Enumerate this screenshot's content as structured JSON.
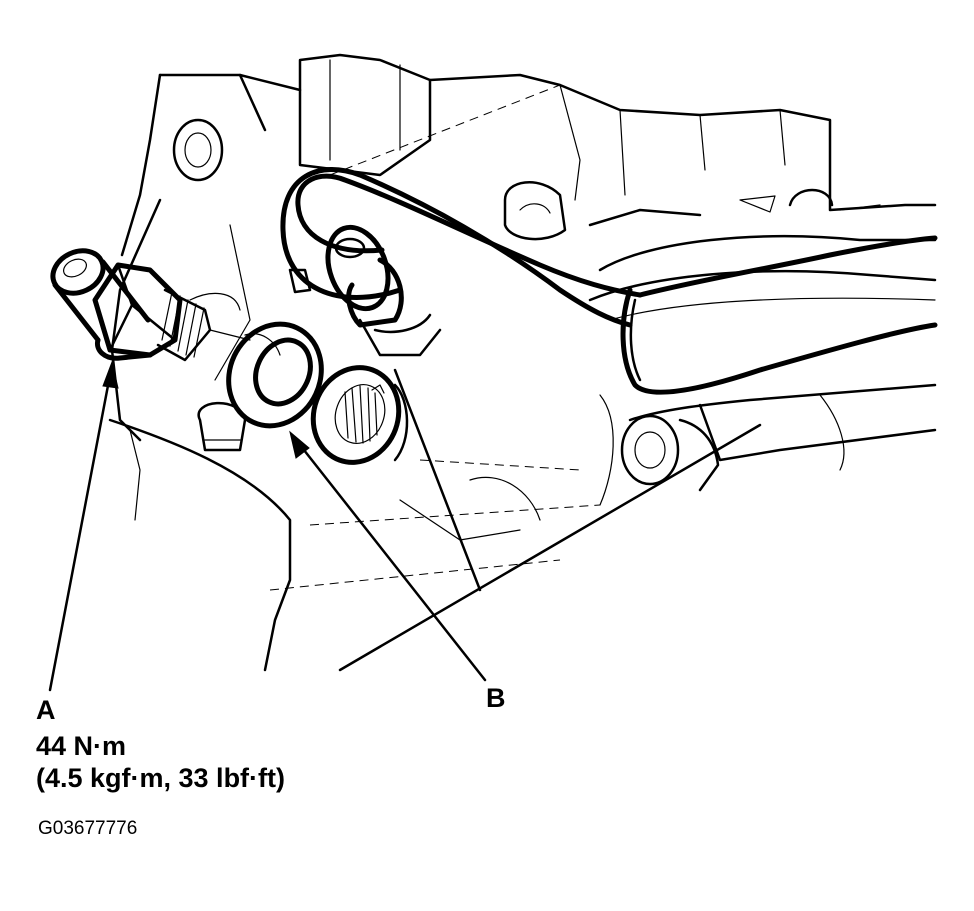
{
  "callouts": {
    "a": {
      "letter": "A",
      "torque_nm": "44 N·m",
      "torque_alt": "(4.5 kgf·m, 33 lbf·ft)"
    },
    "b": {
      "letter": "B"
    }
  },
  "figure_id": "G03677776",
  "icons": {
    "fitting": "hose-fitting-bolt-icon",
    "washer": "sealing-washer-icon",
    "port": "threaded-port-icon",
    "hose": "coolant-hose-icon"
  },
  "colors": {
    "line": "#000000",
    "background": "#ffffff"
  }
}
